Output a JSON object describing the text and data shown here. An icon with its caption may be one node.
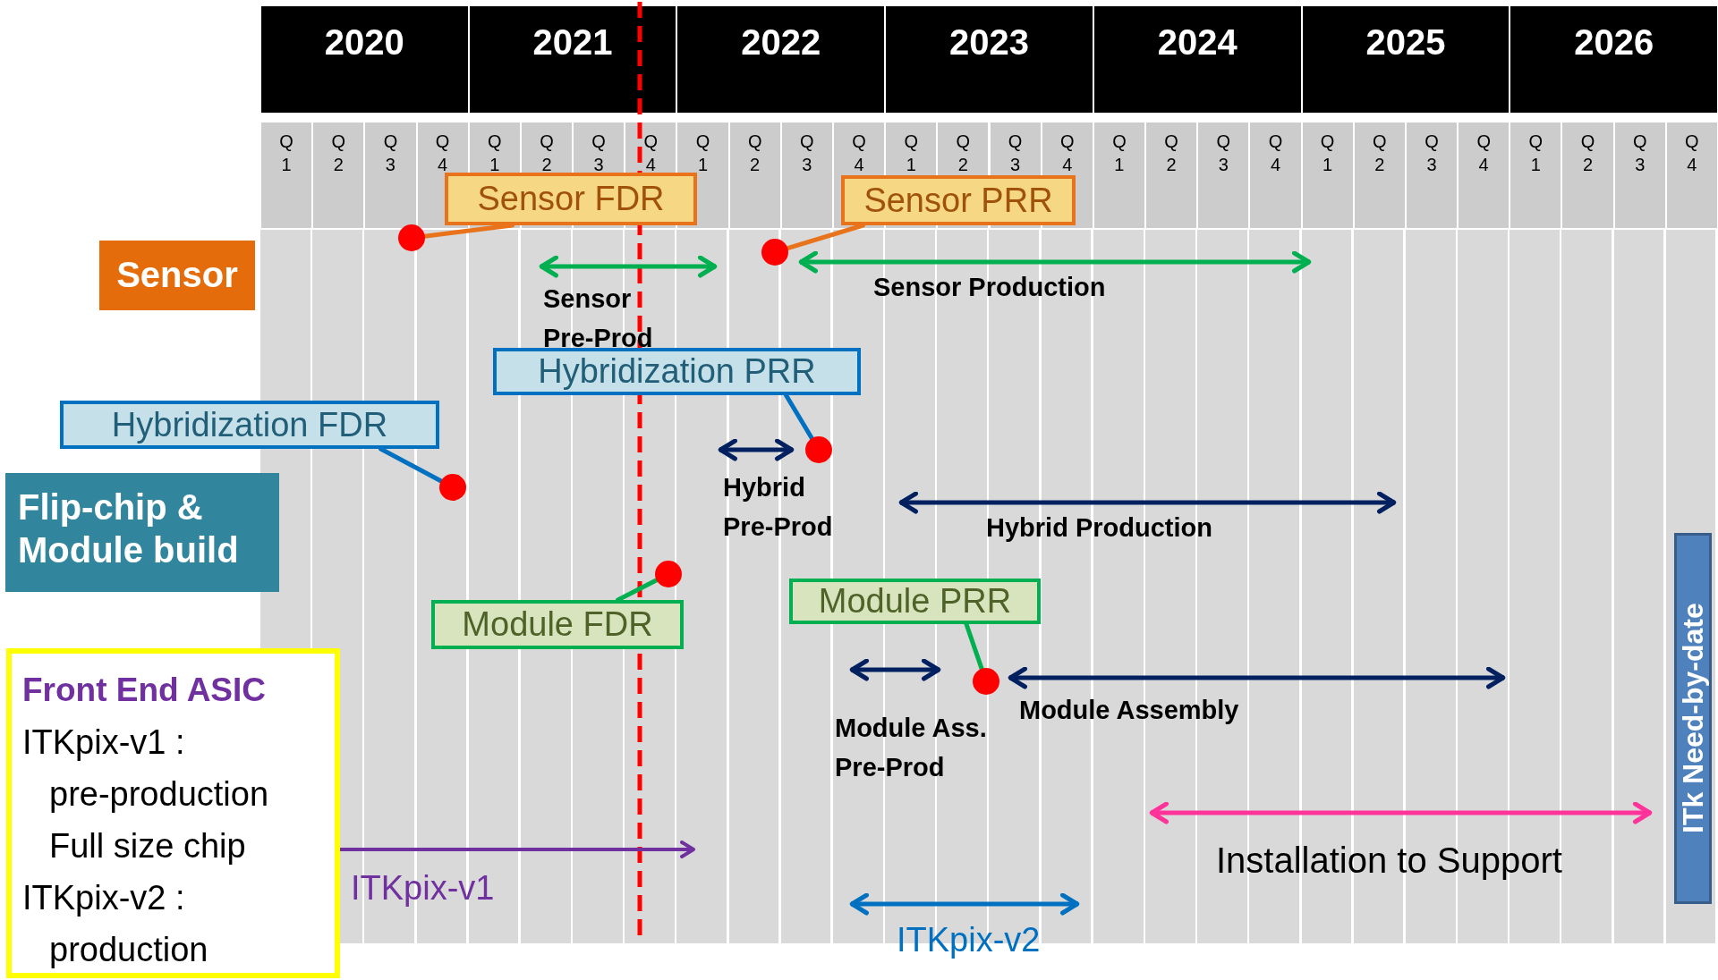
{
  "diagram": {
    "nodes": [
      {
        "text": [
          "Sensor FDR"
        ]
      },
      {
        "text": [
          "Sensor PRR"
        ]
      },
      {
        "text": [],
        "shape": "circle"
      },
      {
        "text": [],
        "shape": "circle"
      },
      {
        "text": [
          "Sensor"
        ]
      },
      {
        "text": [
          "Hybridization PRR"
        ]
      },
      {
        "text": [
          "Hybridization FDR"
        ]
      },
      {
        "text": [],
        "shape": "circle"
      },
      {
        "text": [],
        "shape": "circle"
      },
      {
        "text": [
          "Flip-chip & Module build"
        ]
      },
      {
        "text": [],
        "shape": "circle"
      },
      {
        "text": [
          "Module PRR"
        ]
      },
      {
        "text": [
          "Module FDR"
        ]
      },
      {
        "text": [
          "Front End ASIC",
          "ITKpix-v1 : pre-production Full size chip",
          "ITKpix-v2 : production"
        ]
      },
      {
        "text": [],
        "shape": "circle"
      },
      {
        "text": [
          "ITk Need-by-date"
        ]
      }
    ],
    "edges": [
      {
        "from": 0,
        "to": 2,
        "arrow": "none",
        "color": "#e8731a"
      },
      {
        "from": 1,
        "to": 3,
        "arrow": "none",
        "color": "#e8731a"
      },
      {
        "from": 5,
        "to": 7,
        "arrow": "none",
        "color": "#0070c0"
      },
      {
        "from": 6,
        "to": 8,
        "arrow": "none",
        "color": "#0070c0"
      },
      {
        "from": 12,
        "to": 10,
        "arrow": "none",
        "color": "#00b050"
      },
      {
        "from": 11,
        "to": 14,
        "arrow": "none",
        "color": "#00b050"
      },
      {
        "from": 13,
        "to": null,
        "arrow": "to",
        "label": "ITKpix-v1",
        "color": "#7030a0"
      }
    ],
    "labels": [
      "2020",
      "2021",
      "2022",
      "2023",
      "2024",
      "2025",
      "2026",
      "Q 1",
      "Q 2",
      "Q 3",
      "Q 4",
      "Q 1",
      "Q 2",
      "Q 3",
      "Q 4",
      "Q 1",
      "Q 2",
      "Q 3",
      "Q 4",
      "Q 1",
      "Q 2",
      "Q 3",
      "Q 4",
      "Q 1",
      "Q 2",
      "Q 3",
      "Q 4",
      "Q 1",
      "Q 2",
      "Q 3",
      "Q 4",
      "Q 1",
      "Q 2",
      "Q 3",
      "Q 4",
      "Sensor Pre-Prod",
      "Sensor Production",
      "Hybrid Pre-Prod",
      "Hybrid Production",
      "Module Ass. Pre-Prod",
      "Module Assembly",
      "Installation to Support",
      "ITKpix-v2"
    ]
  }
}
